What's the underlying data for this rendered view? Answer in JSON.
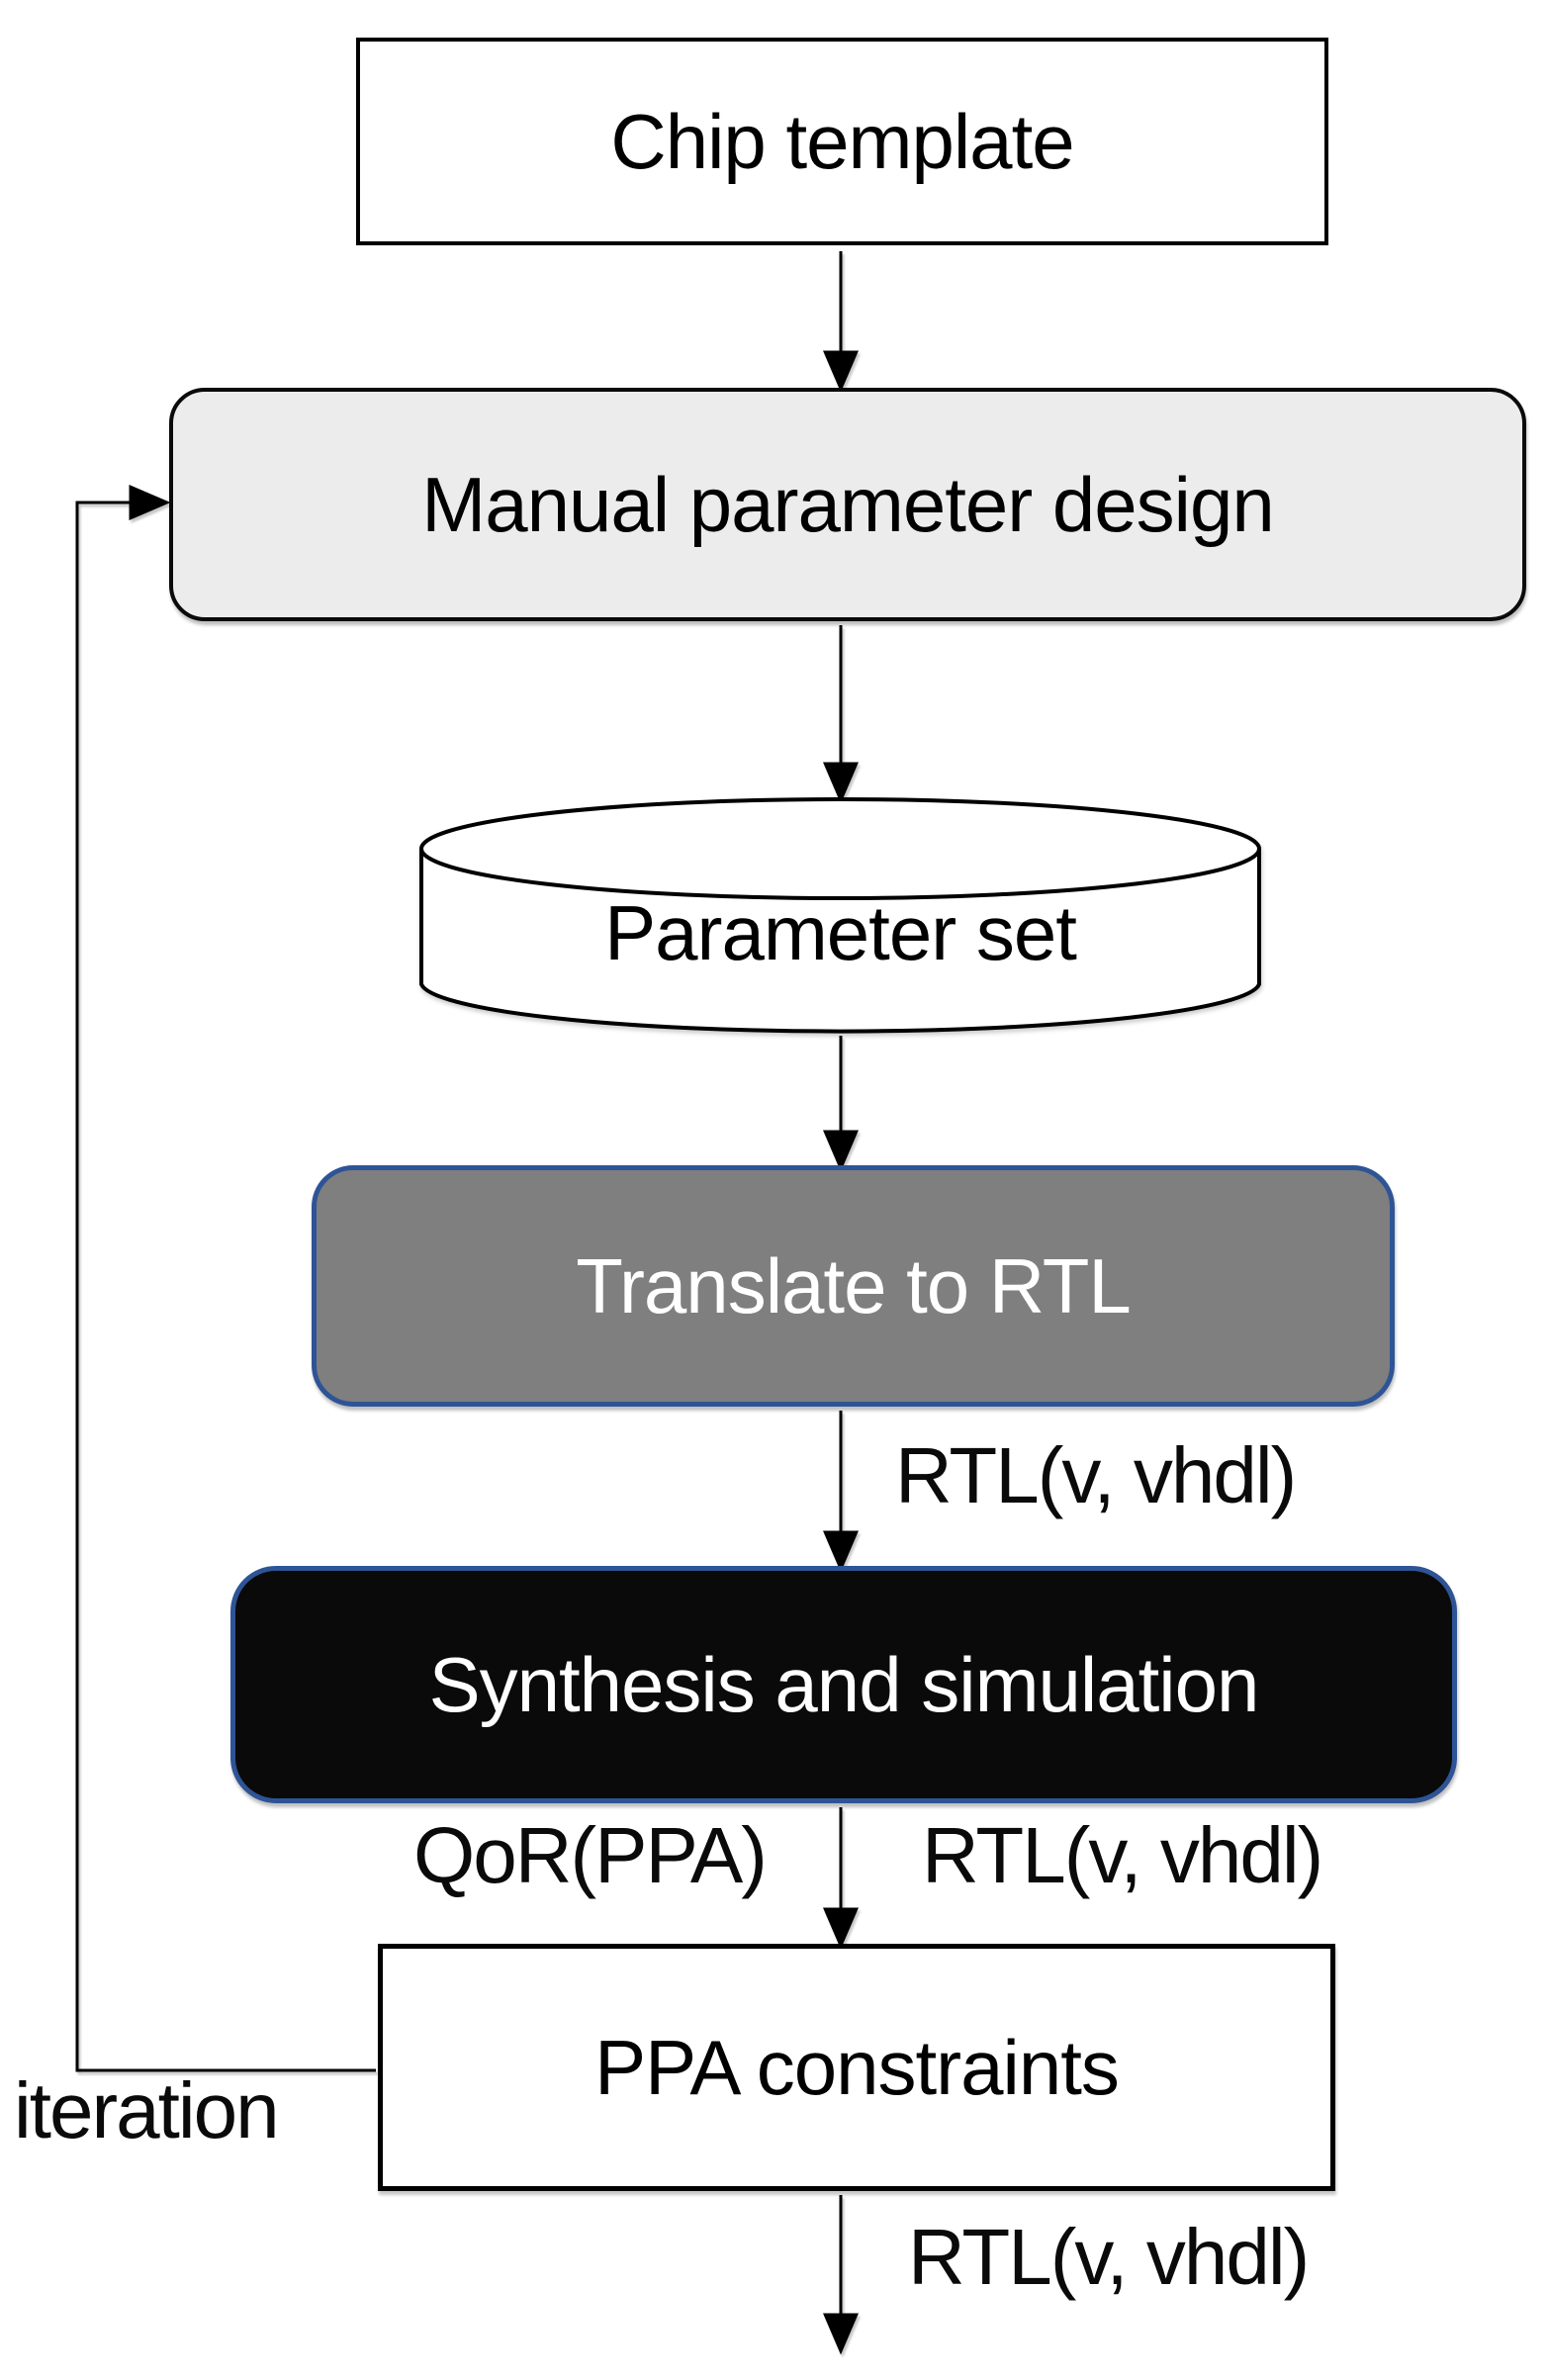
{
  "nodes": {
    "chip_template": {
      "label": "Chip template"
    },
    "manual_parameter_design": {
      "label": "Manual parameter design"
    },
    "parameter_set": {
      "label": "Parameter set"
    },
    "translate_to_rtl": {
      "label": "Translate to RTL"
    },
    "synthesis_and_simulation": {
      "label": "Synthesis and simulation"
    },
    "ppa_constraints": {
      "label": "PPA constraints"
    }
  },
  "edge_labels": {
    "rtl_after_translate": "RTL(v, vhdl)",
    "qor_ppa": "QoR(PPA)",
    "rtl_after_synthesis": "RTL(v, vhdl)",
    "rtl_after_ppa": "RTL(v, vhdl)",
    "iteration": "iteration"
  },
  "colors": {
    "blue_border": "#2e5496",
    "translate_fill": "#7f7f7f",
    "synthesis_fill": "#0a0a0a",
    "manual_fill": "#ececec",
    "line_black": "#000000",
    "background": "#ffffff"
  }
}
